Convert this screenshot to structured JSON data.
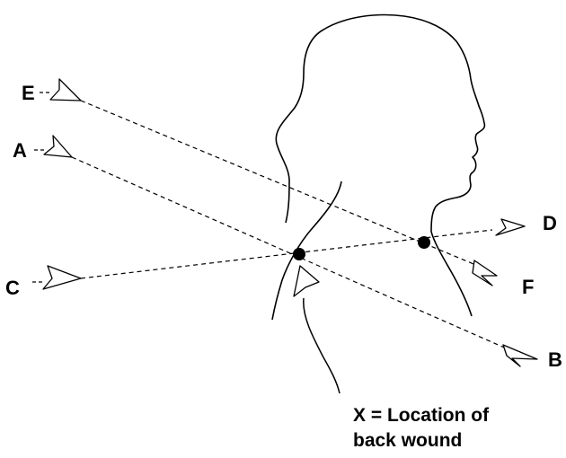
{
  "labels": {
    "e": "E",
    "a": "A",
    "c": "C",
    "d": "D",
    "f": "F",
    "b": "B"
  },
  "caption": {
    "line1": "X = Location of",
    "line2": "back wound"
  },
  "colors": {
    "ink": "#000000",
    "background": "#ffffff"
  }
}
